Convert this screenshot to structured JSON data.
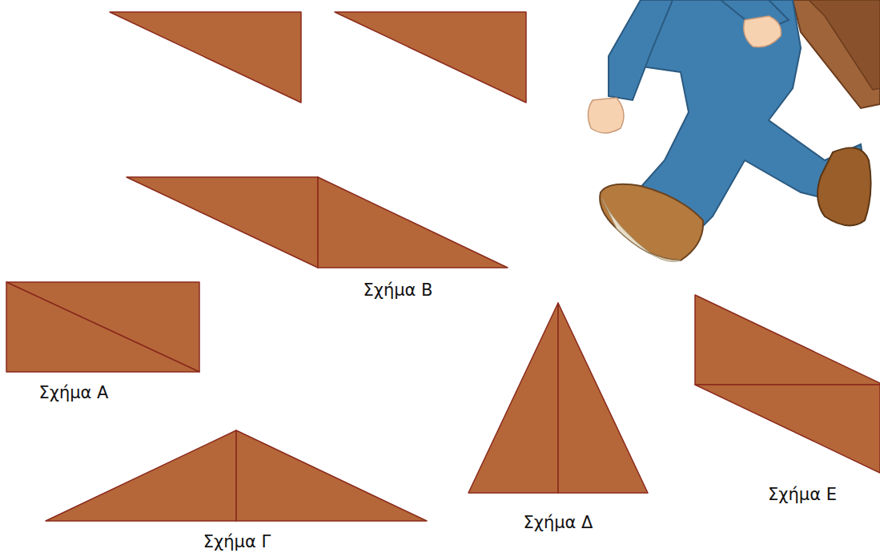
{
  "diagram": {
    "labels": [
      "Σχήμα Β",
      "Σχήμα Α",
      "Σχήμα Γ",
      "Σχήμα Δ",
      "Σχήμα Ε"
    ]
  }
}
